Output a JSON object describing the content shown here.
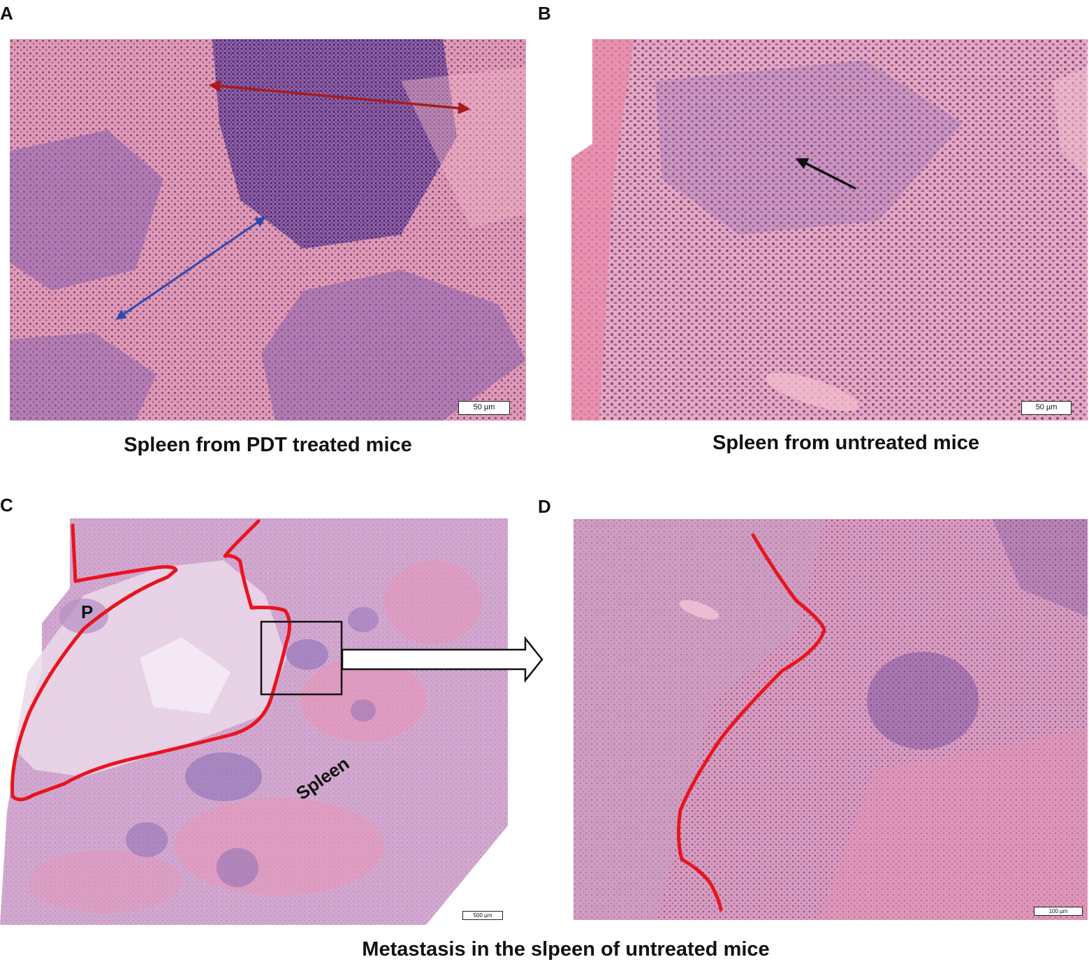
{
  "panels": {
    "a": {
      "letter": "A",
      "caption": "Spleen from PDT treated mice",
      "scale_bar": "50 µm"
    },
    "b": {
      "letter": "B",
      "caption": "Spleen from untreated mice",
      "scale_bar": "50 µm"
    },
    "c": {
      "letter": "C",
      "scale_bar": "500 µm",
      "labels": {
        "p": "P",
        "spleen": "Spleen"
      }
    },
    "d": {
      "letter": "D",
      "scale_bar": "100 µm"
    }
  },
  "bottom_caption": "Metastasis in the slpeen of untreated mice",
  "colors": {
    "stain_pink": "#d98aa6",
    "stain_purple": "#7a4f9c",
    "outline_red": "#e8141e",
    "arrow_dark_red": "#a51d1d",
    "arrow_blue": "#2e49b0",
    "arrow_black": "#111111"
  }
}
